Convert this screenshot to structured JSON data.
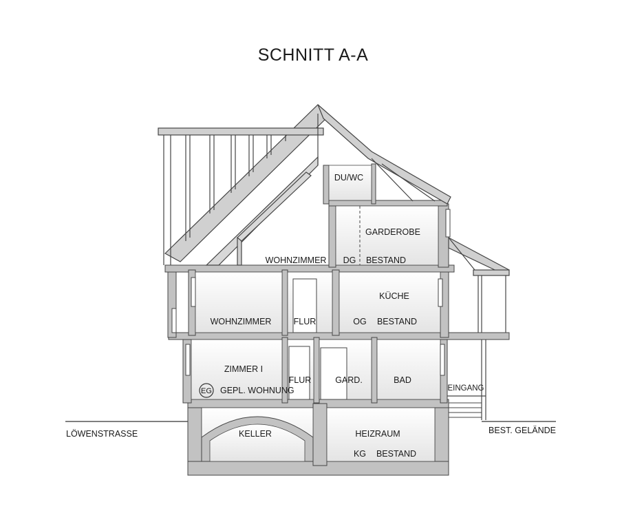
{
  "title": "SCHNITT  A-A",
  "labels": {
    "du_wc": "DU/WC",
    "garderobe": "GARDEROBE",
    "wohnzimmer_dg": "WOHNZIMMER",
    "dg": "DG",
    "dg_bestand": "BESTAND",
    "kueche": "KÜCHE",
    "wohnzimmer_og": "WOHNZIMMER",
    "flur_og": "FLUR",
    "og": "OG",
    "og_bestand": "BESTAND",
    "zimmer": "ZIMMER I",
    "flur_eg": "FLUR",
    "gard": "GARD.",
    "bad": "BAD",
    "eingang": "EINGANG",
    "eg": "EG",
    "gepl_wohnung": "GEPL. WOHNUNG",
    "keller": "KELLER",
    "heizraum": "HEIZRAUM",
    "kg": "KG",
    "kg_bestand": "BESTAND",
    "street": "LÖWENSTRASSE",
    "terrain": "BEST. GELÄNDE"
  }
}
